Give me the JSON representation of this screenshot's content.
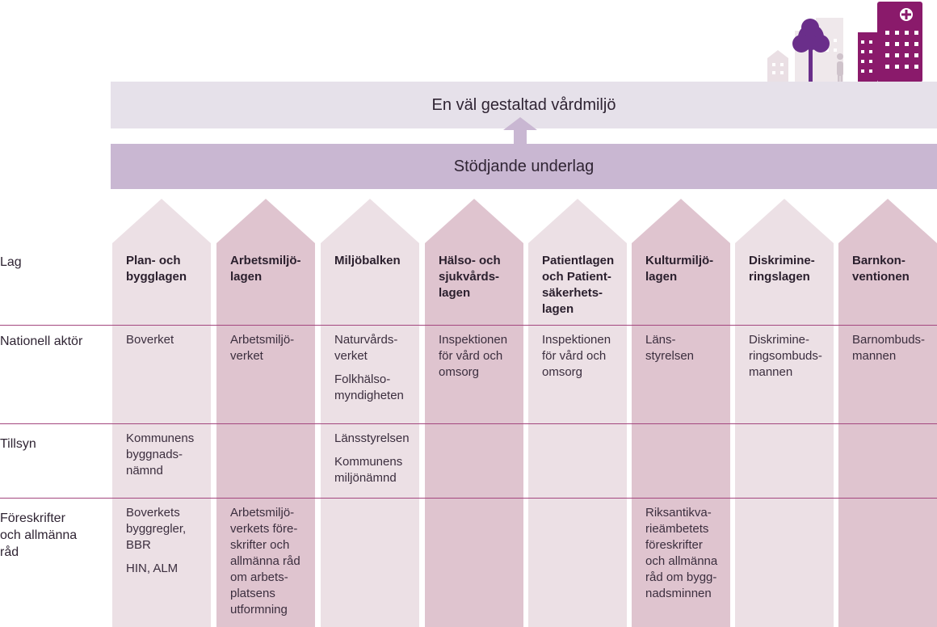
{
  "header": {
    "goal": "En väl gestaltad vårdmiljö",
    "support": "Stödjande underlag"
  },
  "row_labels": {
    "lag": "Lag",
    "aktor": "Nationell aktör",
    "tillsyn": "Tillsyn",
    "fores": "Föreskrifter\noch allmänna\nråd"
  },
  "colors": {
    "light_column": "#ece0e5",
    "dark_column": "#dfc4cf",
    "banner_top": "#e6e1ea",
    "banner_mid": "#c9b7d2",
    "divider": "#a4477f",
    "illustration_purple": "#8a1a6b"
  },
  "columns": [
    {
      "law": "Plan- och\nbygglagen",
      "aktor": [
        "Boverket"
      ],
      "tillsyn": [
        "Kommunens\nbyggnads-\nnämnd"
      ],
      "fores": [
        "Boverkets\nbyggregler,\nBBR",
        "HIN, ALM"
      ]
    },
    {
      "law": "Arbetsmiljö-\nlagen",
      "aktor": [
        "Arbetsmiljö-\nverket"
      ],
      "tillsyn": [],
      "fores": [
        "Arbetsmiljö-\nverkets före-\nskrifter och\nallmänna råd\nom arbets-\nplatsens\nutformning"
      ]
    },
    {
      "law": "Miljöbalken",
      "aktor": [
        "Naturvårds-\nverket",
        "Folkhälso-\nmyndigheten"
      ],
      "tillsyn": [
        "Länsstyrelsen",
        "Kommunens\nmiljönämnd"
      ],
      "fores": []
    },
    {
      "law": "Hälso- och\nsjukvårds-\nlagen",
      "aktor": [
        "Inspektionen\nför vård och\nomsorg"
      ],
      "tillsyn": [],
      "fores": []
    },
    {
      "law": "Patientlagen\noch Patient-\nsäkerhets-\nlagen",
      "aktor": [
        "Inspektionen\nför vård och\nomsorg"
      ],
      "tillsyn": [],
      "fores": []
    },
    {
      "law": "Kulturmiljö-\nlagen",
      "aktor": [
        "Läns-\nstyrelsen"
      ],
      "tillsyn": [],
      "fores": [
        "Riksantikva-\nrieämbetets\nföreskrifter\noch allmänna\nråd om bygg-\nnadsminnen"
      ]
    },
    {
      "law": "Diskrimine-\nringslagen",
      "aktor": [
        "Diskrimine-\nringsombuds-\nmannen"
      ],
      "tillsyn": [],
      "fores": []
    },
    {
      "law": "Barnkon-\nventionen",
      "aktor": [
        "Barnombuds-\nmannen"
      ],
      "tillsyn": [],
      "fores": []
    }
  ]
}
